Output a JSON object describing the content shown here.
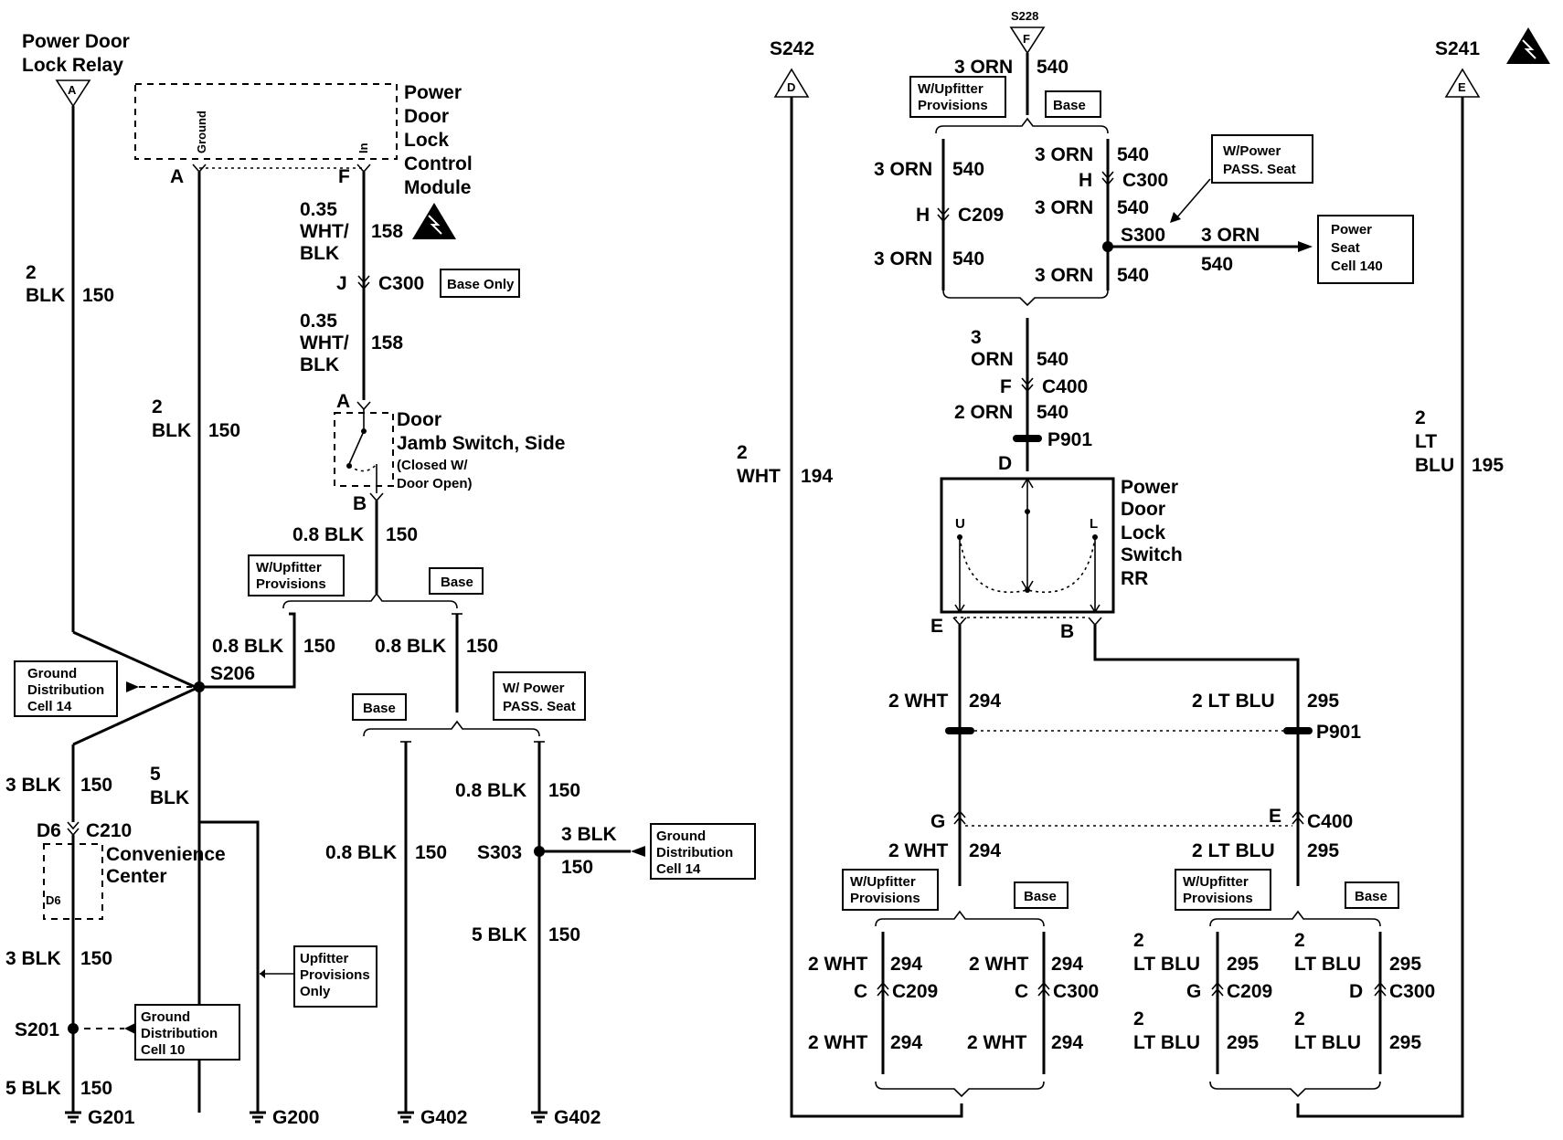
{
  "left": {
    "relay": {
      "title_1": "Power Door",
      "title_2": "Lock Relay",
      "conn": "A"
    },
    "module": {
      "l1": "Power",
      "l2": "Door",
      "l3": "Lock",
      "l4": "Control",
      "l5": "Module",
      "pin_ground": "Ground",
      "pin_in": "In",
      "pin_a": "A",
      "pin_f": "F"
    },
    "w158a": {
      "gauge": "0.35",
      "c1": "WHT/",
      "c2": "BLK",
      "circuit": "158"
    },
    "c300": {
      "pin": "J",
      "name": "C300",
      "note": "Base Only"
    },
    "w158b": {
      "gauge": "0.35",
      "c1": "WHT/",
      "c2": "BLK",
      "circuit": "158"
    },
    "w150_top": {
      "gauge": "2",
      "color": "BLK",
      "circuit": "150"
    },
    "w150_mid": {
      "gauge": "2",
      "color": "BLK",
      "circuit": "150"
    },
    "jamb": {
      "pin_a": "A",
      "pin_b": "B",
      "l1": "Door",
      "l2": "Jamb Switch, Side",
      "l3": "(Closed W/",
      "l4": "Door Open)"
    },
    "w150_jamb": "0.8 BLK",
    "c150_jamb": "150",
    "upfitter_1": {
      "l1": "W/Upfitter",
      "l2": "Provisions"
    },
    "base_1": "Base",
    "s206": {
      "name": "S206",
      "w1": "0.8 BLK",
      "c1": "150",
      "w2": "0.8 BLK",
      "c2": "150"
    },
    "gnd14_a": {
      "l1": "Ground",
      "l2": "Distribution",
      "l3": "Cell 14"
    },
    "base_2": "Base",
    "powerseat_1": {
      "l1": "W/ Power",
      "l2": "PASS. Seat"
    },
    "w3blk_a": {
      "w": "3 BLK",
      "c": "150"
    },
    "w5blk_a": {
      "g": "5",
      "c": "BLK"
    },
    "c210": {
      "pin": "D6",
      "name": "C210",
      "l1": "Convenience",
      "l2": "Center",
      "inner": "D6"
    },
    "w3blk_b": {
      "w": "3 BLK",
      "c": "150"
    },
    "upfitter_only": {
      "l1": "Upfitter",
      "l2": "Provisions",
      "l3": "Only"
    },
    "s201": "S201",
    "gnd10": {
      "l1": "Ground",
      "l2": "Distribution",
      "l3": "Cell 10"
    },
    "w5blk_b": {
      "w": "5 BLK",
      "c": "150"
    },
    "w08_mid": {
      "w": "0.8 BLK",
      "c": "150"
    },
    "w08_right": {
      "w": "0.8 BLK",
      "c": "150"
    },
    "s303": "S303",
    "w3blk_s303": {
      "w": "3 BLK",
      "c": "150"
    },
    "gnd14_b": {
      "l1": "Ground",
      "l2": "Distribution",
      "l3": "Cell 14"
    },
    "w5blk_c": {
      "w": "5 BLK",
      "c": "150"
    },
    "grounds": [
      "G201",
      "G200",
      "G402",
      "G402"
    ]
  },
  "right": {
    "s242": {
      "name": "S242",
      "conn": "D",
      "g": "2",
      "c": "WHT",
      "circuit": "194"
    },
    "s241": {
      "name": "S241",
      "conn": "E",
      "g": "2",
      "c1": "LT",
      "c2": "BLU",
      "circuit": "195"
    },
    "s228": {
      "name": "S228",
      "conn": "F",
      "w": "3 ORN",
      "c": "540"
    },
    "upfitter_2": {
      "l1": "W/Upfitter",
      "l2": "Provisions"
    },
    "base_3": "Base",
    "l_orn1": {
      "w": "3 ORN",
      "c": "540"
    },
    "c209_h": {
      "pin": "H",
      "name": "C209"
    },
    "l_orn2": {
      "w": "3 ORN",
      "c": "540"
    },
    "r_orn1": {
      "w": "3 ORN",
      "c": "540"
    },
    "c300_h": {
      "pin": "H",
      "name": "C300"
    },
    "r_orn2": {
      "w": "3 ORN",
      "c": "540"
    },
    "s300": {
      "name": "S300",
      "w": "3 ORN",
      "c": "540"
    },
    "r_orn3": {
      "w": "3 ORN",
      "c": "540"
    },
    "powerseat_2": {
      "l1": "W/Power",
      "l2": "PASS. Seat"
    },
    "powerseat_cell": {
      "l1": "Power",
      "l2": "Seat",
      "l3": "Cell 140"
    },
    "w540_a": {
      "g": "3",
      "c": "ORN",
      "circuit": "540"
    },
    "c400_f": {
      "pin": "F",
      "name": "C400"
    },
    "w540_b": {
      "w": "2 ORN",
      "c": "540"
    },
    "p901": "P901",
    "switch": {
      "pin_d": "D",
      "l1": "Power",
      "l2": "Door",
      "l3": "Lock",
      "l4": "Switch",
      "l5": "RR",
      "u": "U",
      "l": "L",
      "pin_e": "E",
      "pin_b": "B"
    },
    "w294_a": {
      "w": "2 WHT",
      "c": "294"
    },
    "w295_a": {
      "w": "2 LT BLU",
      "c": "295"
    },
    "p901_b": "P901",
    "c400_g": "G",
    "c400_e": "E",
    "c400_name": "C400",
    "w294_b": {
      "w": "2 WHT",
      "c": "294"
    },
    "w295_b": {
      "w": "2 LT BLU",
      "c": "295"
    },
    "upfitter_3": {
      "l1": "W/Upfitter",
      "l2": "Provisions"
    },
    "base_4": "Base",
    "upfitter_4": {
      "l1": "W/Upfitter",
      "l2": "Provisions"
    },
    "base_5": "Base",
    "b1": {
      "w": "2 WHT",
      "c": "294",
      "pin": "C",
      "conn": "C209",
      "w2": "2 WHT",
      "c2": "294"
    },
    "b2": {
      "w": "2 WHT",
      "c": "294",
      "pin": "C",
      "conn": "C300",
      "w2": "2 WHT",
      "c2": "294"
    },
    "b3": {
      "g": "2",
      "w": "LT BLU",
      "c": "295",
      "pin": "G",
      "conn": "C209",
      "g2": "2",
      "w2": "LT BLU",
      "c2": "295"
    },
    "b4": {
      "g": "2",
      "w": "LT BLU",
      "c": "295",
      "pin": "D",
      "conn": "C300",
      "g2": "2",
      "w2": "LT BLU",
      "c2": "295"
    }
  }
}
